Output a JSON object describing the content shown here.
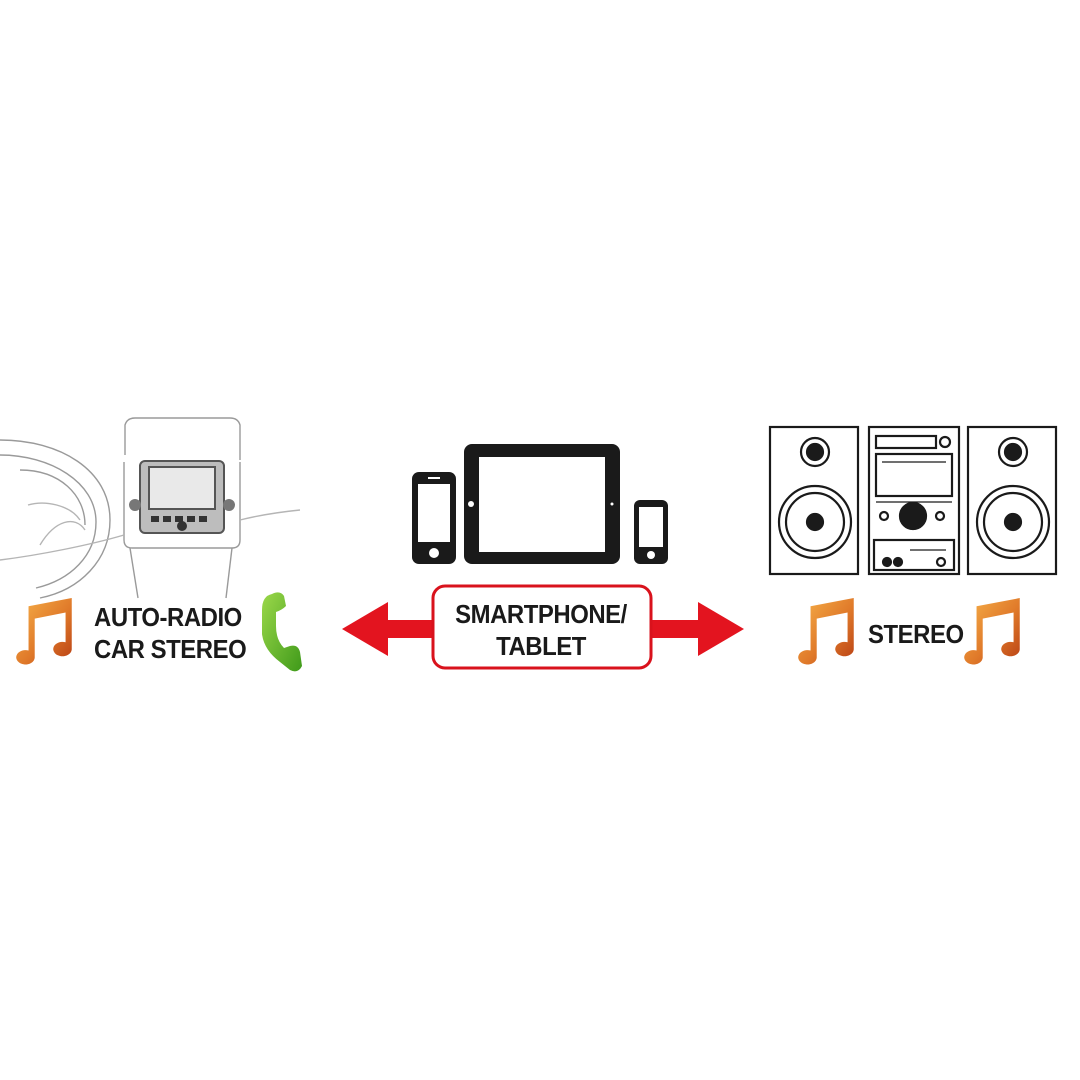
{
  "car": {
    "line1": "AUTO-RADIO",
    "line2": "CAR STEREO"
  },
  "center": {
    "line1": "SMARTPHONE/",
    "line2": "TABLET"
  },
  "stereo": {
    "label": "STEREO"
  },
  "colors": {
    "arrow": "#e3141f",
    "box_border": "#d9121c",
    "note_light": "#f5a03a",
    "note_dark": "#c8501a",
    "phone_green": "#6cc02a"
  },
  "icons": [
    "car-dashboard-icon",
    "smartphone-icon",
    "tablet-icon",
    "small-phone-icon",
    "stereo-system-icon",
    "music-note-icon",
    "phone-handset-icon",
    "double-arrow-icon"
  ]
}
